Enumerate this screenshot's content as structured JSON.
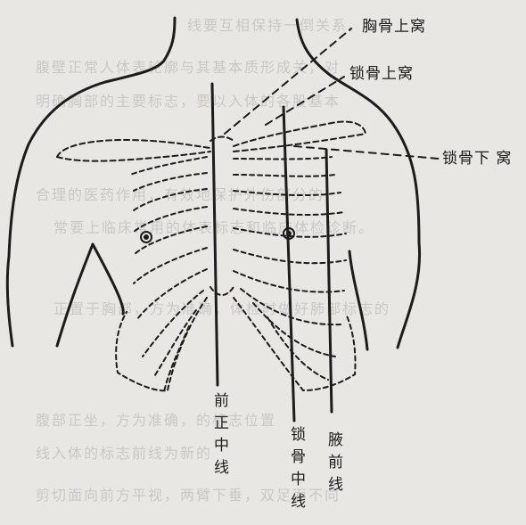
{
  "labels": {
    "suprasternal_fossa": "胸骨上窝",
    "supraclavicular_fossa": "锁骨上窝",
    "infraclavicular_fossa": "锁骨下 窝",
    "anterior_median_line": "前正中线",
    "midclavicular_line": "锁骨中线",
    "anterior_axillary_line": "腋前线"
  },
  "bleed_text": {
    "line1": "线要互相保持一倒关系。",
    "line2": "腹壁正常人体表轮廓与其基本质形成关，对",
    "line3": "明确胸部的主要标志，要以入体的各股基本",
    "line4": "合理的医药作用，有效地保护外伤部分的",
    "line5": "常要上临床常用的体表标志和临床体检诊断。",
    "line6": "正置于胸部，方为准确，体检时做好肺部标志的",
    "line7": "线入体的标志前线为新的",
    "line8": "剪切面向前方平视，两臂下垂，双足面不向",
    "line9": "腹部正坐，方为准确，的标志位置"
  },
  "colors": {
    "paper": "#e9e7e4",
    "ink": "#1c1c1c"
  }
}
